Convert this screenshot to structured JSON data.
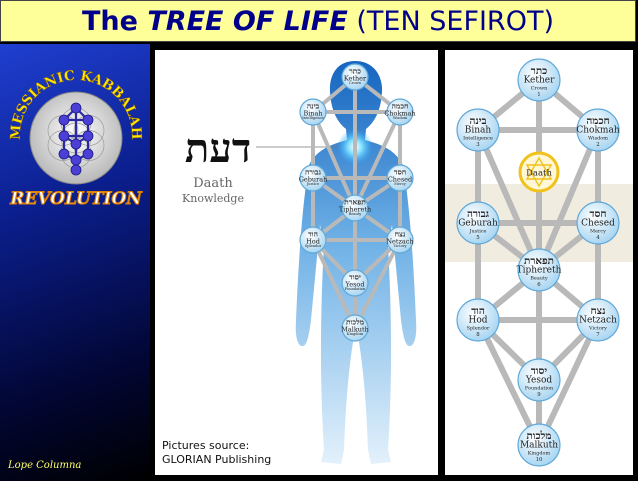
{
  "title": {
    "pre": "The ",
    "em": "TREE OF LIFE",
    "post": " (TEN SEFIROT)"
  },
  "logo": {
    "top": "MESSIANIC KABBALAH",
    "bottom": "REVOLUTION"
  },
  "author": "Lope Columna",
  "daath_callout": {
    "hebrew": "דעת",
    "name": "Daath",
    "meaning": "Knowledge"
  },
  "credit": {
    "line1": "Pictures source:",
    "line2": "GLORIAN Publishing"
  },
  "sefirot": [
    {
      "id": "kether",
      "hebrew": "כתר",
      "name": "Kether",
      "meaning": "Crown",
      "number": "1"
    },
    {
      "id": "chokmah",
      "hebrew": "חכמה",
      "name": "Chokmah",
      "meaning": "Wisdom",
      "number": "2"
    },
    {
      "id": "binah",
      "hebrew": "בינה",
      "name": "Binah",
      "meaning": "Intelligence",
      "number": "3"
    },
    {
      "id": "chesed",
      "hebrew": "חסד",
      "name": "Chesed",
      "meaning": "Mercy",
      "number": "4"
    },
    {
      "id": "geburah",
      "hebrew": "גבורה",
      "name": "Geburah",
      "meaning": "Justice",
      "number": "5"
    },
    {
      "id": "tiphereth",
      "hebrew": "תפארת",
      "name": "Tiphereth",
      "meaning": "Beauty",
      "number": "6"
    },
    {
      "id": "netzach",
      "hebrew": "נצח",
      "name": "Netzach",
      "meaning": "Victory",
      "number": "7"
    },
    {
      "id": "hod",
      "hebrew": "הוד",
      "name": "Hod",
      "meaning": "Splendor",
      "number": "8"
    },
    {
      "id": "yesod",
      "hebrew": "יסוד",
      "name": "Yesod",
      "meaning": "Foundation",
      "number": "9"
    },
    {
      "id": "malkuth",
      "hebrew": "מלכות",
      "name": "Malkuth",
      "meaning": "Kingdom",
      "number": "10"
    }
  ],
  "daath_node": {
    "name": "Daath"
  },
  "colors": {
    "title_bg": "#ffff99",
    "title_text": "#00008b",
    "sphere": "#a9d6f2",
    "sphere_edge": "#5fa8d8",
    "daath": "#f2c21c",
    "path": "#b9b9b9"
  }
}
